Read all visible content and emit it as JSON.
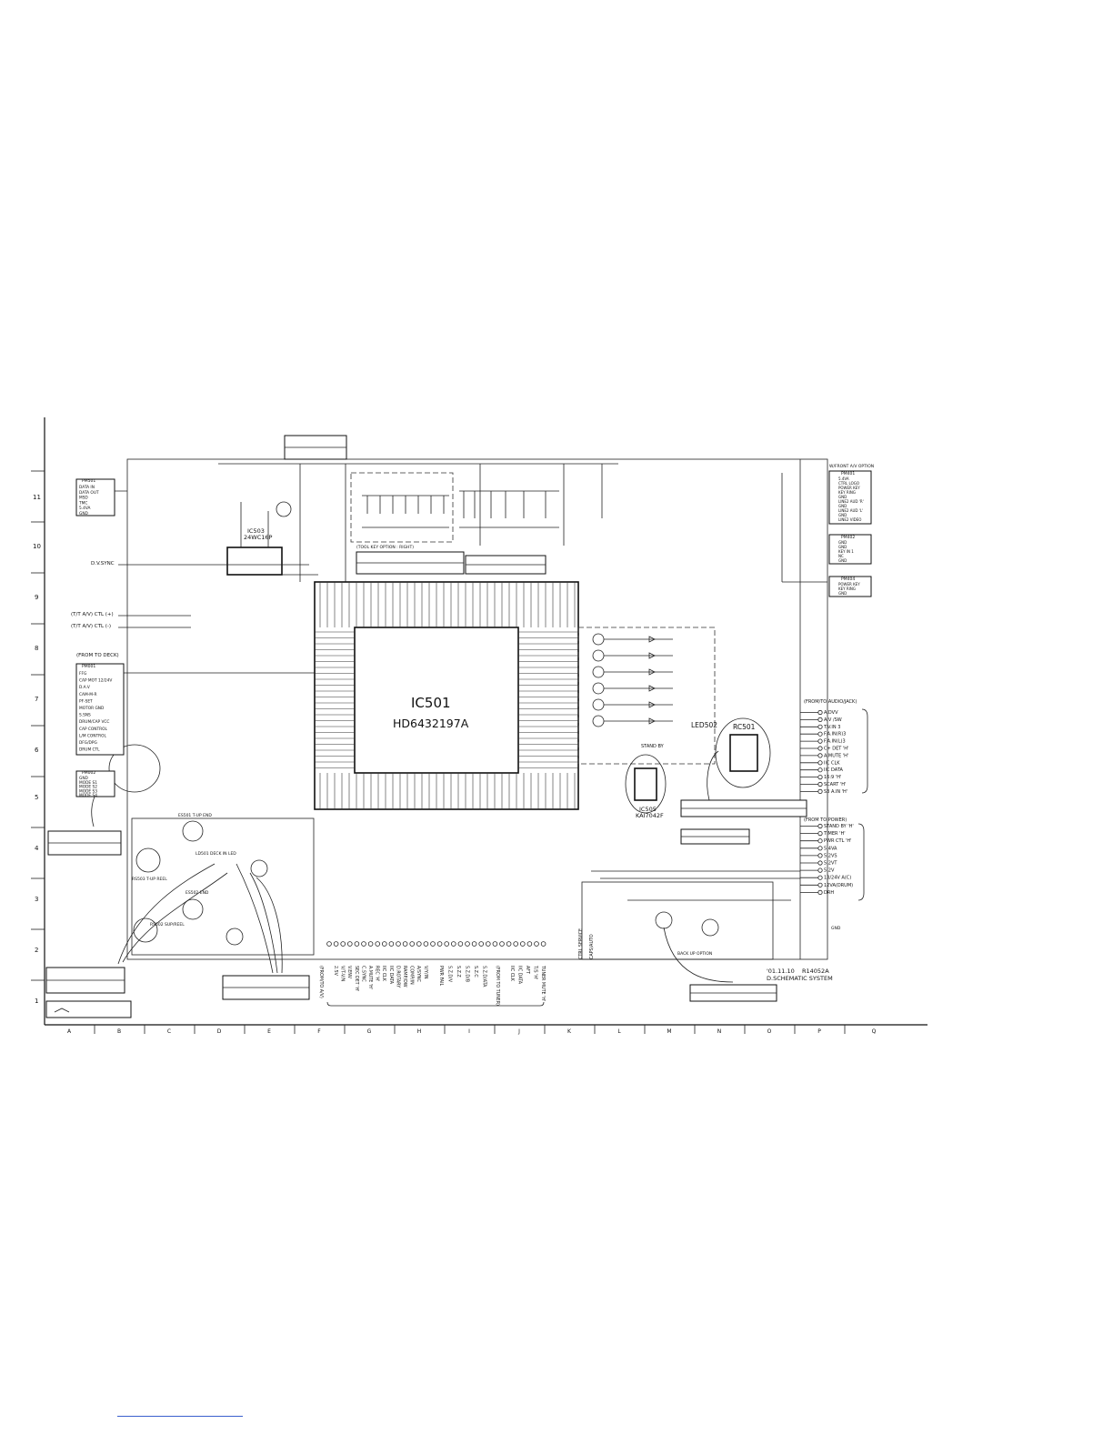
{
  "ic_main": {
    "ref": "IC501",
    "part": "HD6432197A"
  },
  "ic_eeprom": {
    "ref": "IC503",
    "part": "24WC16P"
  },
  "ic_remote": {
    "ref": "IC505",
    "part": "KAI7042F"
  },
  "led_block": {
    "ref": "LED502",
    "label": "STAND BY"
  },
  "remote_receiver": {
    "ref": "RC501"
  },
  "option_labels": {
    "tool_key": "(TOOL KEY OPTION : RIGHT)",
    "back_up": "BACK UP OPTION"
  },
  "connectors": {
    "pm501": {
      "name": "PM501",
      "pins": [
        "DATA IN",
        "DATA OUT",
        "MSD",
        "TMC",
        "5.4VA",
        "GND"
      ]
    },
    "pm001": {
      "name": "PM001",
      "pins": [
        "FFG",
        "CAP MOT 12/24V",
        "D.A.V",
        "CAM-M-R",
        "PF-SET",
        "MOTOR GND",
        "S.SNS",
        "DRUM/CAP VCC",
        "CAP CONTROL",
        "L/M CONTROL",
        "DFG/DPG",
        "DRUM CTL"
      ]
    },
    "pm002": {
      "name": "PM002",
      "pins": [
        "GND",
        "MODE S1",
        "MODE S2",
        "MODE S3",
        "MODE S4"
      ]
    },
    "pm401": {
      "name": "PM401",
      "pins": [
        "5.4VA",
        "CTRL LOGO",
        "POWER KEY",
        "KEY RING",
        "GND",
        "LINE2 AUD 'R'",
        "GND",
        "LINE2 AUD 'L'",
        "GND",
        "LINE2 VIDEO"
      ]
    },
    "pm402": {
      "name": "PM402",
      "pins": [
        "GND",
        "GND",
        "KEY IN 1",
        "NC",
        "GND"
      ]
    },
    "pm404": {
      "name": "PM404",
      "pins": [
        "POWER KEY",
        "KEY RING",
        "GND"
      ]
    }
  },
  "left_labels": {
    "dvsync": "D.V.SYNC",
    "ctl_plus": "(T/T A/V) CTL (+)",
    "ctl_minus": "(T/T A/V) CTL (-)",
    "from_to_deck": "(FROM TO DECK)"
  },
  "right_labels": {
    "front_option": "W/FRONT A/V OPTION",
    "audio_jack_header": "(FROM/TO AUDIO/JACK)",
    "audio_jack": [
      "A.DVV",
      "A.V /SW",
      "T.V.IN 3",
      "F.A.IN(R)3",
      "F.A.IN(L)3",
      "C+ DET 'H'",
      "A.MUTE 'H'",
      "IIC CLK",
      "IIC DATA",
      "16:9 'H'",
      "SCART 'H'",
      "S3 A.IN 'H'"
    ],
    "power_header": "(FROM TO POWER)",
    "power": [
      "STAND BY 'H'",
      "TIMER 'H'",
      "PWR CTL 'H'",
      "5.4VA",
      "5.2VS",
      "5.2VT",
      "5.2V",
      "13/24V A(C)",
      "12VA(DRUM)",
      "DRH"
    ],
    "gnd": "GND"
  },
  "bottom_labels": {
    "group1_header": "(FROM/TO A/V)",
    "group1": [
      "2.5V",
      "V/T-V/N",
      "V.ENV",
      "SEC DET 'H'",
      "C.SYNC",
      "A.MUTE 'H'",
      "REC 'H'",
      "IIC CLK",
      "IIC DATA",
      "D.ROTARY",
      "RAMP/DW",
      "COMP/IN",
      "A/SYNC",
      "V/Y/IN"
    ],
    "group2": [
      "PWR FAIL",
      "S.Z.D/V",
      "S.Z.Z",
      "S.Z.D/B",
      "S.Z.C",
      "S.Z.D/ATA"
    ],
    "group3_header": "(FROM TO TUNER)",
    "group3": [
      "IIC CLK",
      "IIC DATA",
      "AFT",
      "T/S 'H'",
      "TUNER MUTE 'H'"
    ],
    "group4": [
      "CTRL SERVICE",
      "CAPS/AUTO"
    ]
  },
  "transistors": {
    "es501": "ES501 T-UP END",
    "ld501": "LD501 DECK IN LED",
    "rs503": "RS503 T-UP REEL",
    "es502": "ES502 END",
    "rs502": "RS502 SUP/REEL"
  },
  "drawing_info": {
    "date": "'01.11.10",
    "code": "R14052A",
    "title": "D.SCHEMATIC SYSTEM"
  },
  "grid": {
    "columns": [
      "A",
      "B",
      "C",
      "D",
      "E",
      "F",
      "G",
      "H",
      "I",
      "J",
      "K",
      "L",
      "M",
      "N",
      "O",
      "P",
      "Q"
    ],
    "rows": [
      "11",
      "10",
      "9",
      "8",
      "7",
      "6",
      "5",
      "4",
      "3",
      "2",
      "1"
    ]
  }
}
